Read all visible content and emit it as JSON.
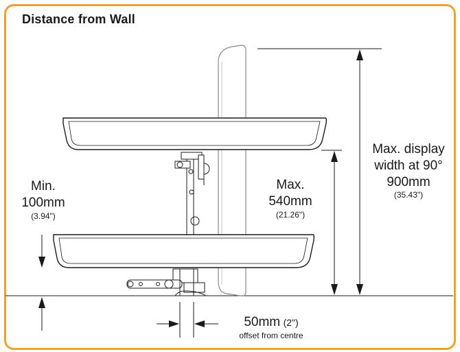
{
  "title": "Distance from Wall",
  "labels": {
    "min": {
      "line1": "Min.",
      "line2": "100mm",
      "line3": "(3.94\")"
    },
    "max": {
      "line1": "Max.",
      "line2": "540mm",
      "line3": "(21.26\")"
    },
    "display": {
      "line1": "Max. display",
      "line2": "width at 90°",
      "line3": "900mm",
      "line4": "(35.43\")"
    },
    "offset": {
      "main": "50mm",
      "inch": "(2\")",
      "sub": "offset from centre"
    }
  },
  "colors": {
    "border": "#f0a030",
    "line": "#1a1a1a",
    "ghost": "#9a9a9a"
  }
}
